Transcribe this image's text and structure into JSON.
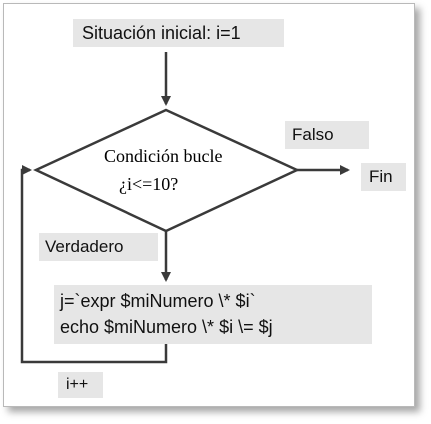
{
  "diagram": {
    "start_label": "Situación inicial: i=1",
    "condition_line1": "Condición bucle",
    "condition_line2": "¿i<=10?",
    "false_label": "Falso",
    "end_label": "Fin",
    "true_label": "Verdadero",
    "body_line1": "j=`expr $miNumero \\* $i`",
    "body_line2": "echo $miNumero \\* $i \\= $j",
    "increment_label": "i++"
  },
  "colors": {
    "box_fill": "#e6e6e6",
    "line": "#3a3a3a",
    "frame_border": "#b9b9b9"
  }
}
